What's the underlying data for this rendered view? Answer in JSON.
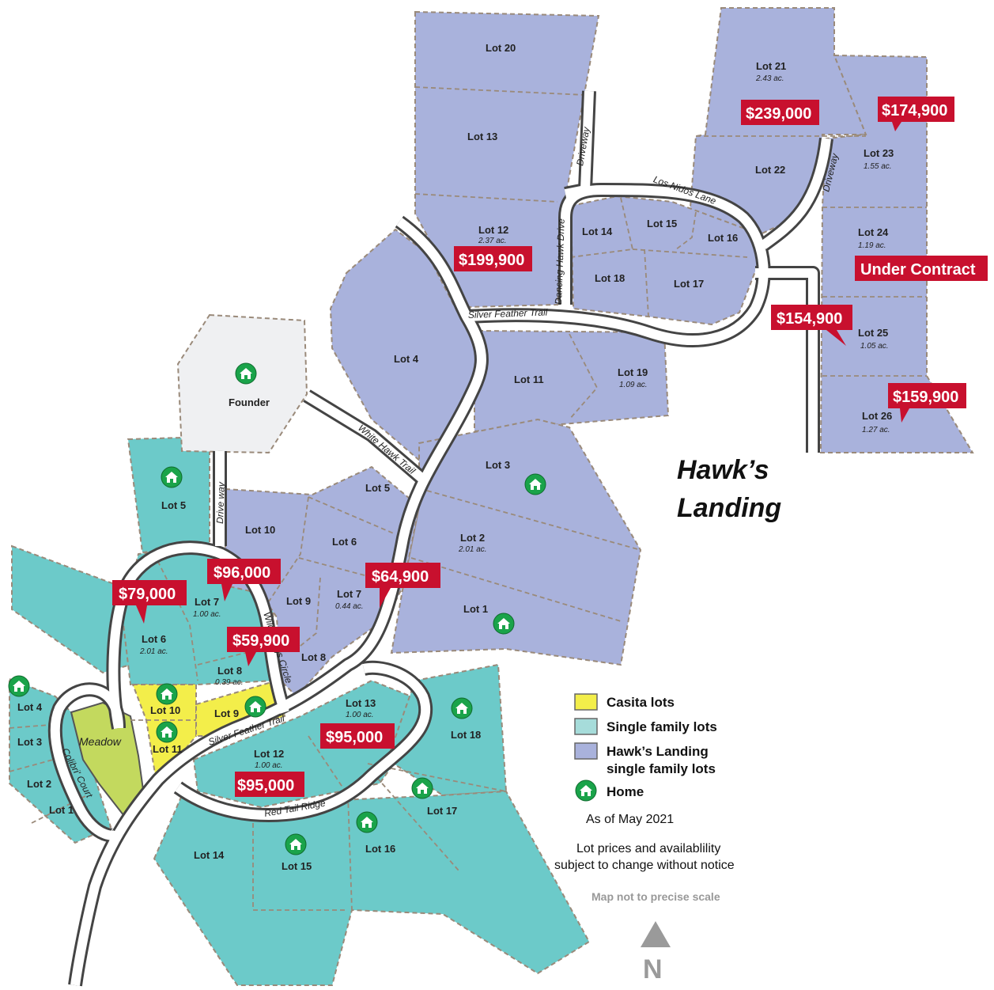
{
  "title": {
    "line1": "Hawk’s",
    "line2": "Landing"
  },
  "colors": {
    "casita": "#f3ee4a",
    "single_family": "#6ccac9",
    "hawks_landing": "#a9b2dc",
    "founder": "#eff0f2",
    "meadow": "#c3d95e",
    "price_tag": "#c8102e",
    "home_icon": "#1aa34a"
  },
  "legend": {
    "casita": "Casita lots",
    "single_family": "Single family lots",
    "hawks_line1": "Hawk’s Landing",
    "hawks_line2": "single family lots",
    "home": "Home"
  },
  "notes": {
    "as_of": "As of May 2021",
    "disclaimer1": "Lot prices and availablility",
    "disclaimer2": "subject to change without notice",
    "scale": "Map not to precise scale",
    "north": "N"
  },
  "streets": {
    "los_nidos": "Los Nidos Lane",
    "dancing_hawk": "Dancing Hawk Drive",
    "silver_feather_top": "Silver Feather Trail",
    "white_hawk": "White Hawk Trail",
    "silver_feather_bottom": "Silver Feather Trail",
    "red_tail": "Red Tail Ridge",
    "colibri": "Colibri' Court",
    "wild_wings": "Wild Wings Circle",
    "driveway_top": "Driveway",
    "driveway_right": "Driveway",
    "driveway_left": "Drive way"
  },
  "lots": {
    "hl20": "Lot 20",
    "hl13": "Lot 13",
    "hl12": "Lot 12",
    "hl12_ac": "2.37 ac.",
    "hl21": "Lot 21",
    "hl21_ac": "2.43 ac.",
    "hl22": "Lot 22",
    "hl23": "Lot 23",
    "hl23_ac": "1.55 ac.",
    "hl24": "Lot 24",
    "hl24_ac": "1.19 ac.",
    "hl25": "Lot 25",
    "hl25_ac": "1.05 ac.",
    "hl26": "Lot 26",
    "hl26_ac": "1.27 ac.",
    "hl14": "Lot 14",
    "hl15": "Lot 15",
    "hl16": "Lot 16",
    "hl17": "Lot 17",
    "hl18": "Lot 18",
    "hl4": "Lot 4",
    "hl11": "Lot 11",
    "hl19": "Lot 19",
    "hl19_ac": "1.09 ac.",
    "hl3": "Lot 3",
    "hl5": "Lot 5",
    "hl2": "Lot 2",
    "hl2_ac": "2.01 ac.",
    "hl1": "Lot 1",
    "hl10": "Lot 10",
    "hl6": "Lot 6",
    "hl9": "Lot 9",
    "hl7": "Lot 7",
    "hl7_ac": "0.44 ac.",
    "hl8": "Lot 8",
    "founder": "Founder",
    "sf5": "Lot 5",
    "sf7": "Lot 7",
    "sf7_ac": "1.00 ac.",
    "sf6": "Lot 6",
    "sf6_ac": "2.01 ac.",
    "sf8": "Lot 8",
    "sf8_ac": "0.39 ac.",
    "sf4": "Lot 4",
    "sf3": "Lot 3",
    "sf2": "Lot 2",
    "sf1": "Lot 1",
    "sf13": "Lot 13",
    "sf13_ac": "1.00 ac.",
    "sf12": "Lot 12",
    "sf12_ac": "1.00 ac.",
    "sf18": "Lot 18",
    "sf17": "Lot 17",
    "sf16": "Lot 16",
    "sf15": "Lot 15",
    "sf14": "Lot 14",
    "c10": "Lot 10",
    "c11": "Lot 11",
    "c9": "Lot 9",
    "meadow": "Meadow"
  },
  "prices": {
    "p21": "$239,000",
    "p23": "$174,900",
    "p12": "$199,900",
    "p24": "Under Contract",
    "p25": "$154,900",
    "p26": "$159,900",
    "p_hl7": "$64,900",
    "p_sf7": "$96,000",
    "p_sf6": "$79,000",
    "p_sf8": "$59,900",
    "p_sf13": "$95,000",
    "p_sf12": "$95,000"
  }
}
